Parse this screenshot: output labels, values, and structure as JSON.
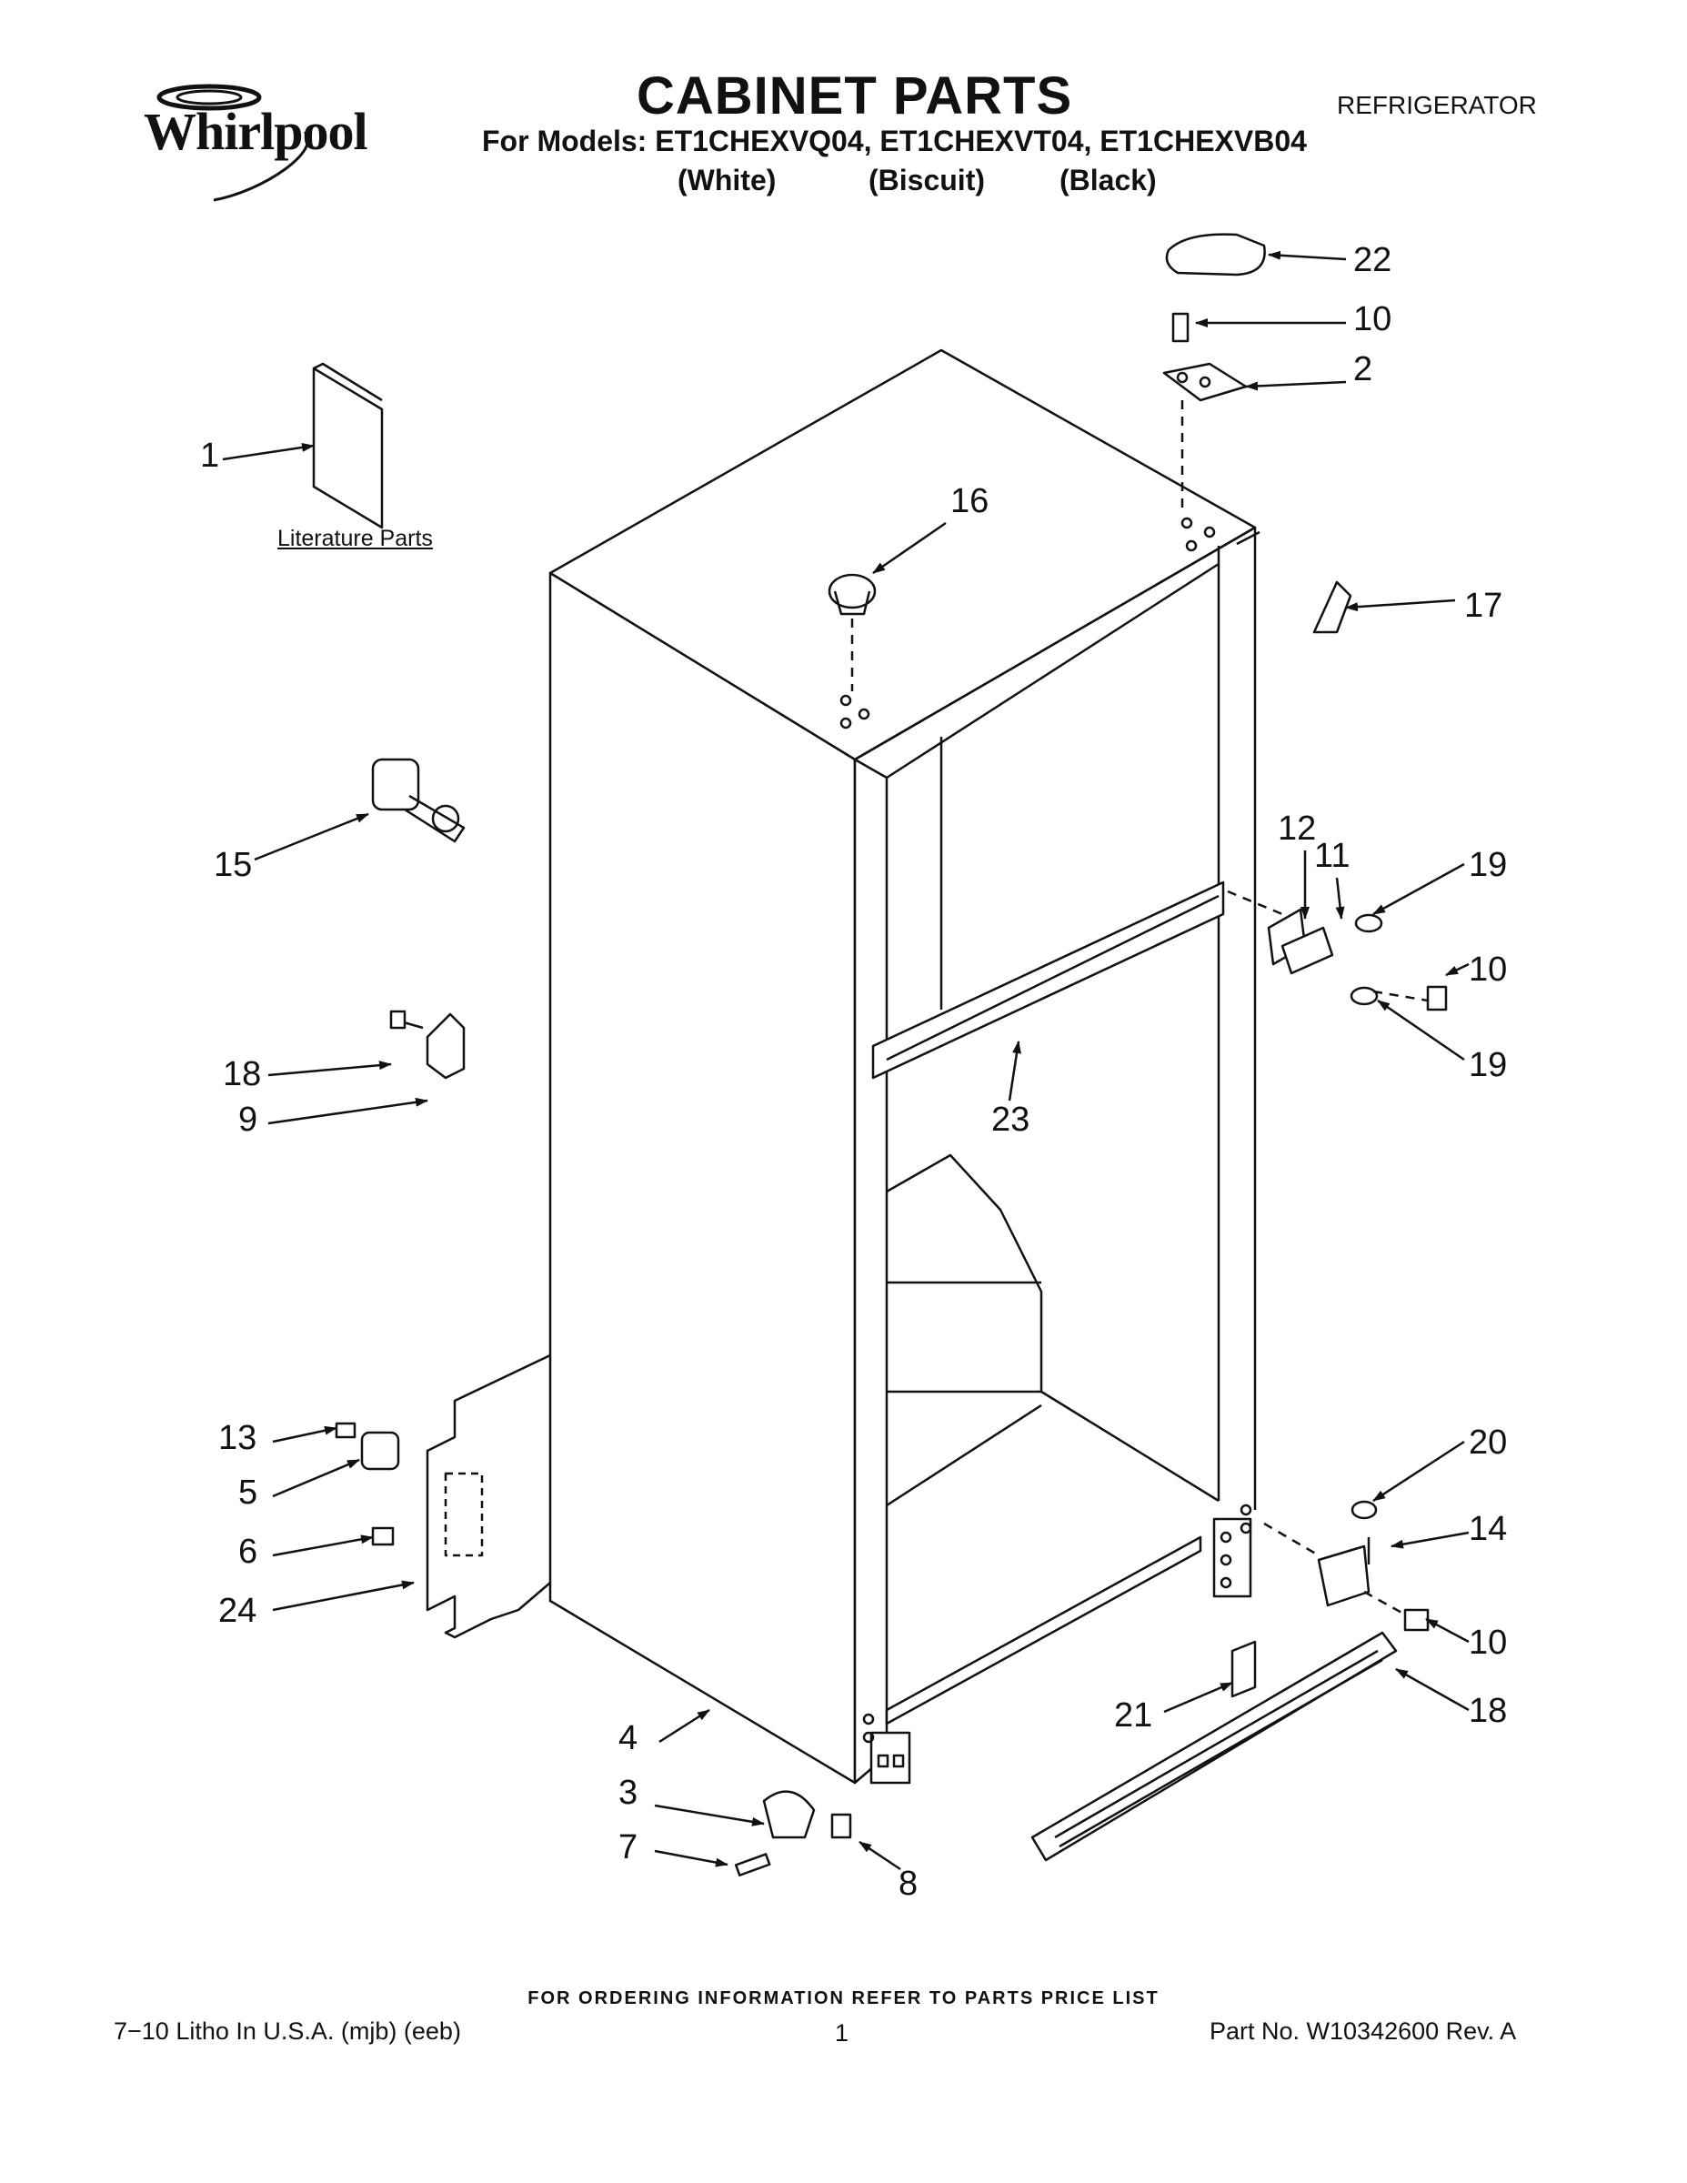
{
  "header": {
    "brand": "Whirlpool",
    "title": "CABINET PARTS",
    "doc_type": "REFRIGERATOR",
    "models_line": "For Models: ET1CHEXVQ04, ET1CHEXVT04, ET1CHEXVB04",
    "colors": [
      "(White)",
      "(Biscuit)",
      "(Black)"
    ]
  },
  "literature_label": "Literature Parts",
  "callouts": [
    "1",
    "2",
    "3",
    "4",
    "5",
    "6",
    "7",
    "8",
    "9",
    "10",
    "10",
    "10",
    "11",
    "12",
    "13",
    "14",
    "15",
    "16",
    "17",
    "18",
    "18",
    "19",
    "19",
    "20",
    "21",
    "22",
    "23",
    "24"
  ],
  "footer": {
    "order_info": "FOR ORDERING INFORMATION REFER TO PARTS PRICE LIST",
    "litho": "7−10 Litho In U.S.A. (mjb) (eeb)",
    "page": "1",
    "part_no": "Part No. W10342600 Rev. A"
  }
}
